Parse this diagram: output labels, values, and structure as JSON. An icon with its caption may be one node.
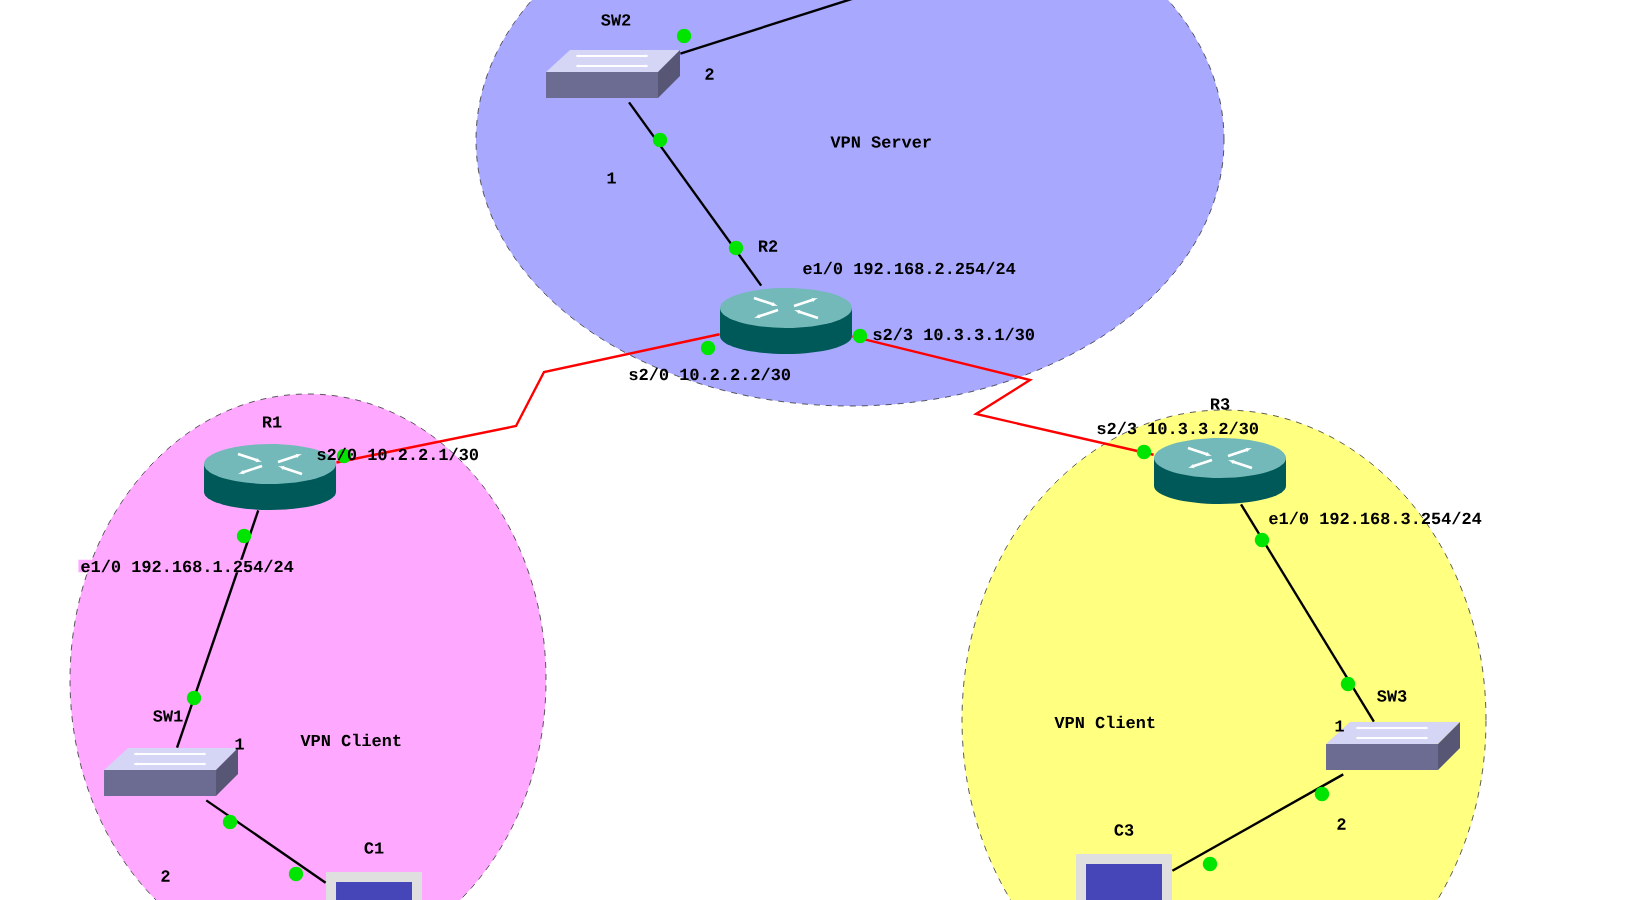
{
  "diagram": {
    "nodes": [
      {
        "text": [
          "VPN Server"
        ]
      },
      {
        "text": [
          "SW2"
        ],
        "in": 0
      },
      {
        "text": [
          "R2"
        ],
        "in": 0
      },
      {
        "text": [
          "VPN Client"
        ]
      },
      {
        "text": [
          "R1"
        ],
        "in": 3
      },
      {
        "text": [
          "SW1"
        ],
        "in": 3
      },
      {
        "text": [
          "C1"
        ],
        "in": 3
      },
      {
        "text": [
          "VPN Client"
        ]
      },
      {
        "text": [
          "R3"
        ],
        "in": 7
      },
      {
        "text": [
          "SW3"
        ],
        "in": 7
      },
      {
        "text": [
          "C3"
        ],
        "in": 7
      }
    ],
    "edges": [
      {
        "from": 1,
        "to": null,
        "arrow": "none"
      },
      {
        "from": 1,
        "to": 2,
        "arrow": "none"
      },
      {
        "from": 2,
        "to": 4,
        "arrow": "none",
        "color": "#ff0000"
      },
      {
        "from": 2,
        "to": 8,
        "arrow": "none",
        "color": "#ff0000"
      },
      {
        "from": 4,
        "to": 5,
        "arrow": "none"
      },
      {
        "from": 5,
        "to": 6,
        "arrow": "none"
      },
      {
        "from": 8,
        "to": 9,
        "arrow": "none"
      },
      {
        "from": 9,
        "to": 10,
        "arrow": "none"
      }
    ],
    "labels": [
      "2",
      "1",
      "e1/0 192.168.2.254/24",
      "s2/3 10.3.3.1/30",
      "s2/0 10.2.2.2/30",
      "s2/3 10.3.3.2/30",
      "s2/0 10.2.2.1/30",
      "e1/0 192.168.3.254/24",
      "e1/0 192.168.1.254/24",
      "1",
      "1",
      "2",
      "2"
    ]
  }
}
